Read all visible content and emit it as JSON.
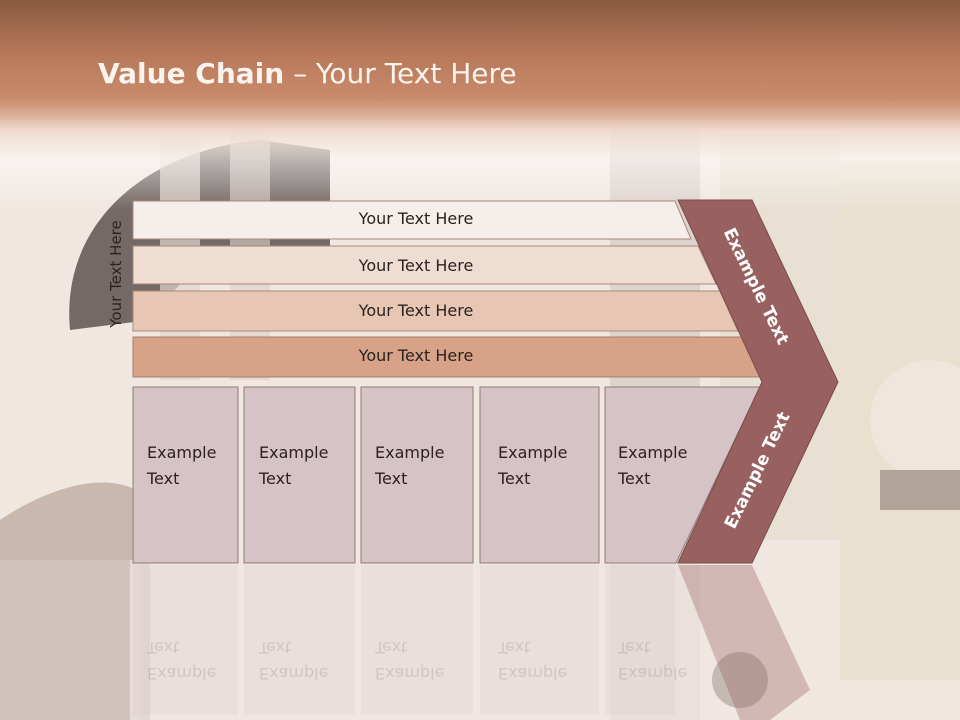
{
  "slide": {
    "title_strong": "Value Chain",
    "title_rest": " – Your Text Here",
    "side_label": "Your Text Here",
    "bars": [
      {
        "label": "Your Text Here"
      },
      {
        "label": "Your Text Here"
      },
      {
        "label": "Your Text Here"
      },
      {
        "label": "Your Text Here"
      }
    ],
    "boxes": [
      {
        "label": "Example Text"
      },
      {
        "label": "Example Text"
      },
      {
        "label": "Example Text"
      },
      {
        "label": "Example Text"
      },
      {
        "label": "Example Text"
      }
    ],
    "chevron_top_label": "Example Text",
    "chevron_bottom_label": "Example Text"
  },
  "colors": {
    "header": "#b8795a",
    "bar_1": "#f6eeea",
    "bar_2": "#f0ddd2",
    "bar_3": "#e7c7b4",
    "bar_4": "#d7a288",
    "box_fill": "#d6c3c6",
    "chevron": "#98615f"
  }
}
